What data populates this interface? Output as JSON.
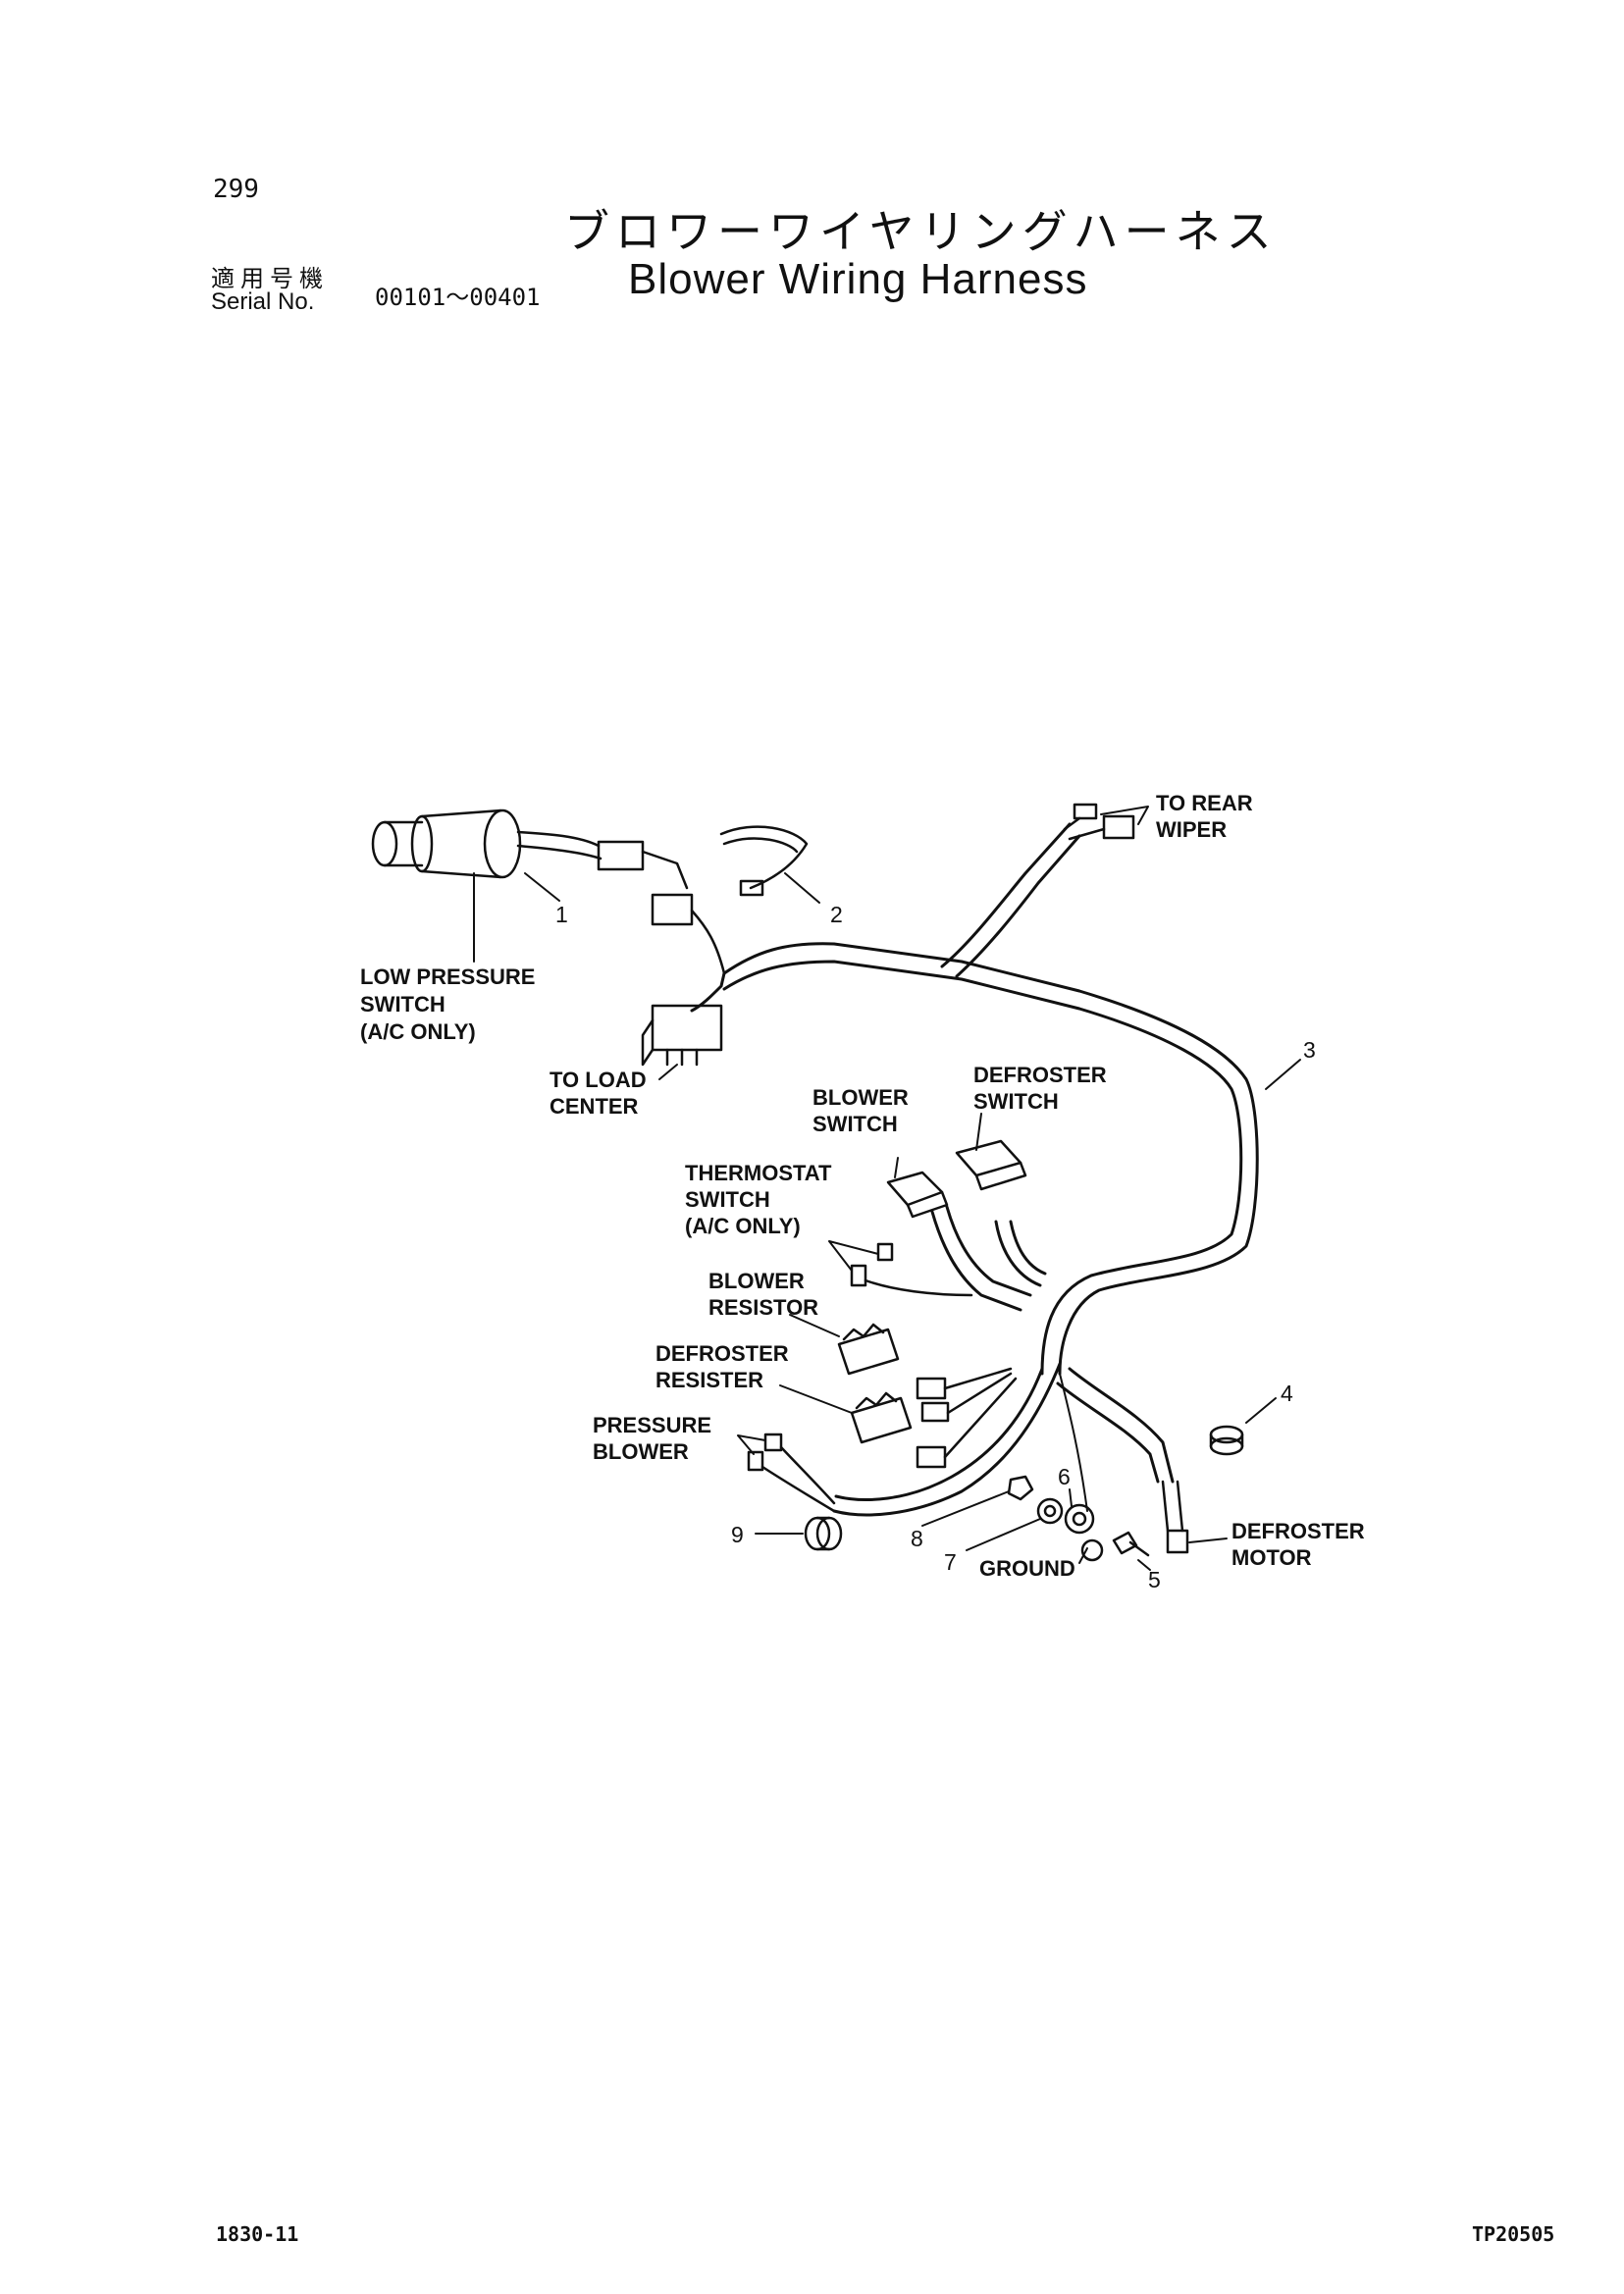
{
  "page_number": "299",
  "title_jp": "ブロワーワイヤリングハーネス",
  "title_en": "Blower Wiring Harness",
  "serial": {
    "label_jp": "適用号機",
    "label_en": "Serial No.",
    "range": "00101～00401"
  },
  "labels": {
    "low_pressure_switch": [
      "LOW PRESSURE",
      "SWITCH",
      "(A/C ONLY)"
    ],
    "to_load_center": [
      "TO LOAD",
      "CENTER"
    ],
    "to_rear_wiper": [
      "TO REAR",
      "WIPER"
    ],
    "blower_switch": [
      "BLOWER",
      "SWITCH"
    ],
    "defroster_switch": [
      "DEFROSTER",
      "SWITCH"
    ],
    "thermostat_switch": [
      "THERMOSTAT",
      "SWITCH",
      "(A/C ONLY)"
    ],
    "blower_resistor": [
      "BLOWER",
      "RESISTOR"
    ],
    "defroster_resister": [
      "DEFROSTER",
      "RESISTER"
    ],
    "pressure_blower": [
      "PRESSURE",
      "BLOWER"
    ],
    "defroster_motor": [
      "DEFROSTER",
      "MOTOR"
    ],
    "ground": "GROUND"
  },
  "callouts": [
    "1",
    "2",
    "3",
    "4",
    "5",
    "6",
    "7",
    "8",
    "9"
  ],
  "footer": {
    "code": "1830-11",
    "ref": "TP20505"
  }
}
